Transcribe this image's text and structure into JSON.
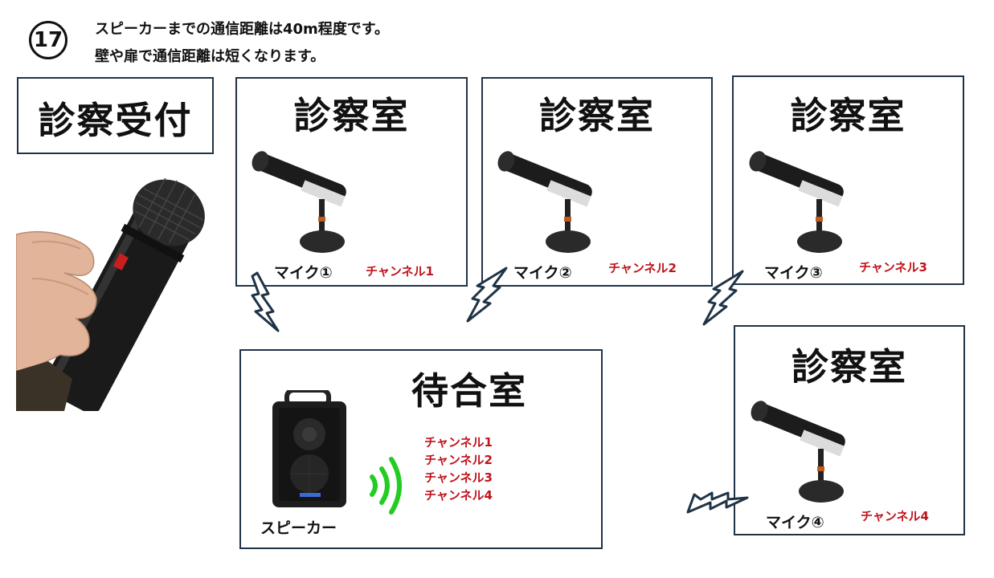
{
  "header": {
    "step_number": "17",
    "line1": "スピーカーまでの通信距離は40m程度です。",
    "line2": "壁や扉で通信距離は短くなります。"
  },
  "reception": {
    "title": "診察受付"
  },
  "rooms": [
    {
      "title": "診察室",
      "mic": "マイク①",
      "channel": "チャンネル1"
    },
    {
      "title": "診察室",
      "mic": "マイク②",
      "channel": "チャンネル2"
    },
    {
      "title": "診察室",
      "mic": "マイク③",
      "channel": "チャンネル3"
    },
    {
      "title": "診察室",
      "mic": "マイク④",
      "channel": "チャンネル4"
    }
  ],
  "waiting_room": {
    "title": "待合室",
    "speaker_label": "スピーカー",
    "channels": [
      "チャンネル1",
      "チャンネル2",
      "チャンネル3",
      "チャンネル4"
    ]
  },
  "colors": {
    "border": "#1f3347",
    "channel_text": "#c0141c",
    "wave_green": "#22cc22",
    "bolt_fill": "#ffffff",
    "bolt_stroke": "#1f3347"
  }
}
